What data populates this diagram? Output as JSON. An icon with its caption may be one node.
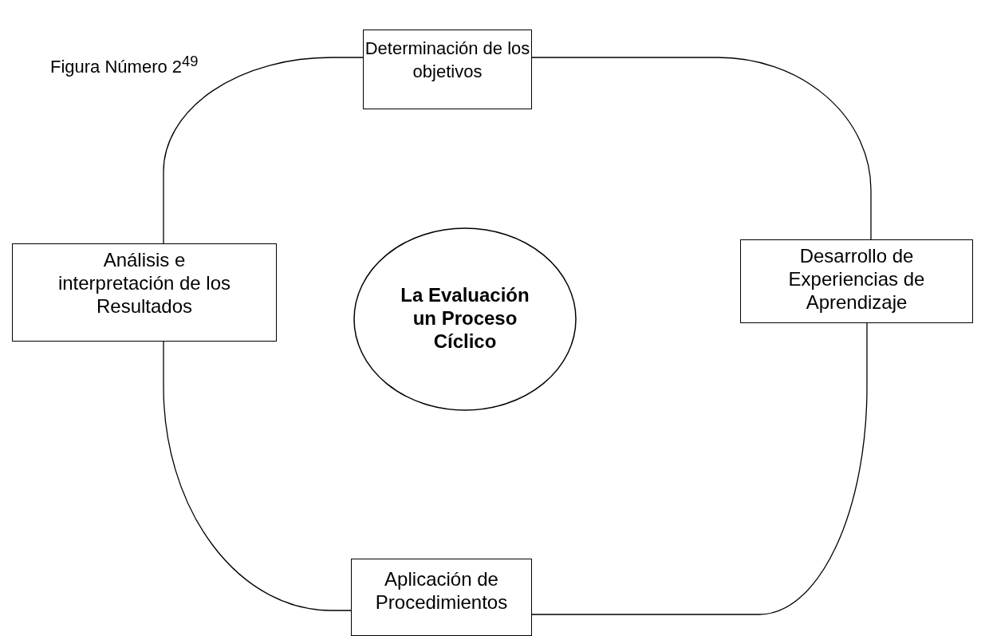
{
  "diagram": {
    "title": "Figura Número 2$^{49}$",
    "nodes": [
      {
        "text": [
          "Determinación de los objetivos"
        ]
      },
      {
        "text": [
          "Análisis e interpretación de los Resultados"
        ]
      },
      {
        "text": [
          "La Evaluación un Proceso Cíclico"
        ]
      },
      {
        "text": [
          "Desarrollo de Experiencias de Aprendizaje"
        ]
      },
      {
        "text": [
          "Aplicación de Procedimientos"
        ]
      }
    ],
    "edges": [
      {
        "from": 0,
        "to": 3,
        "arrow": "none"
      },
      {
        "from": 3,
        "to": 4,
        "arrow": "none"
      },
      {
        "from": 4,
        "to": 1,
        "arrow": "none"
      },
      {
        "from": 1,
        "to": 0,
        "arrow": "none"
      }
    ]
  }
}
